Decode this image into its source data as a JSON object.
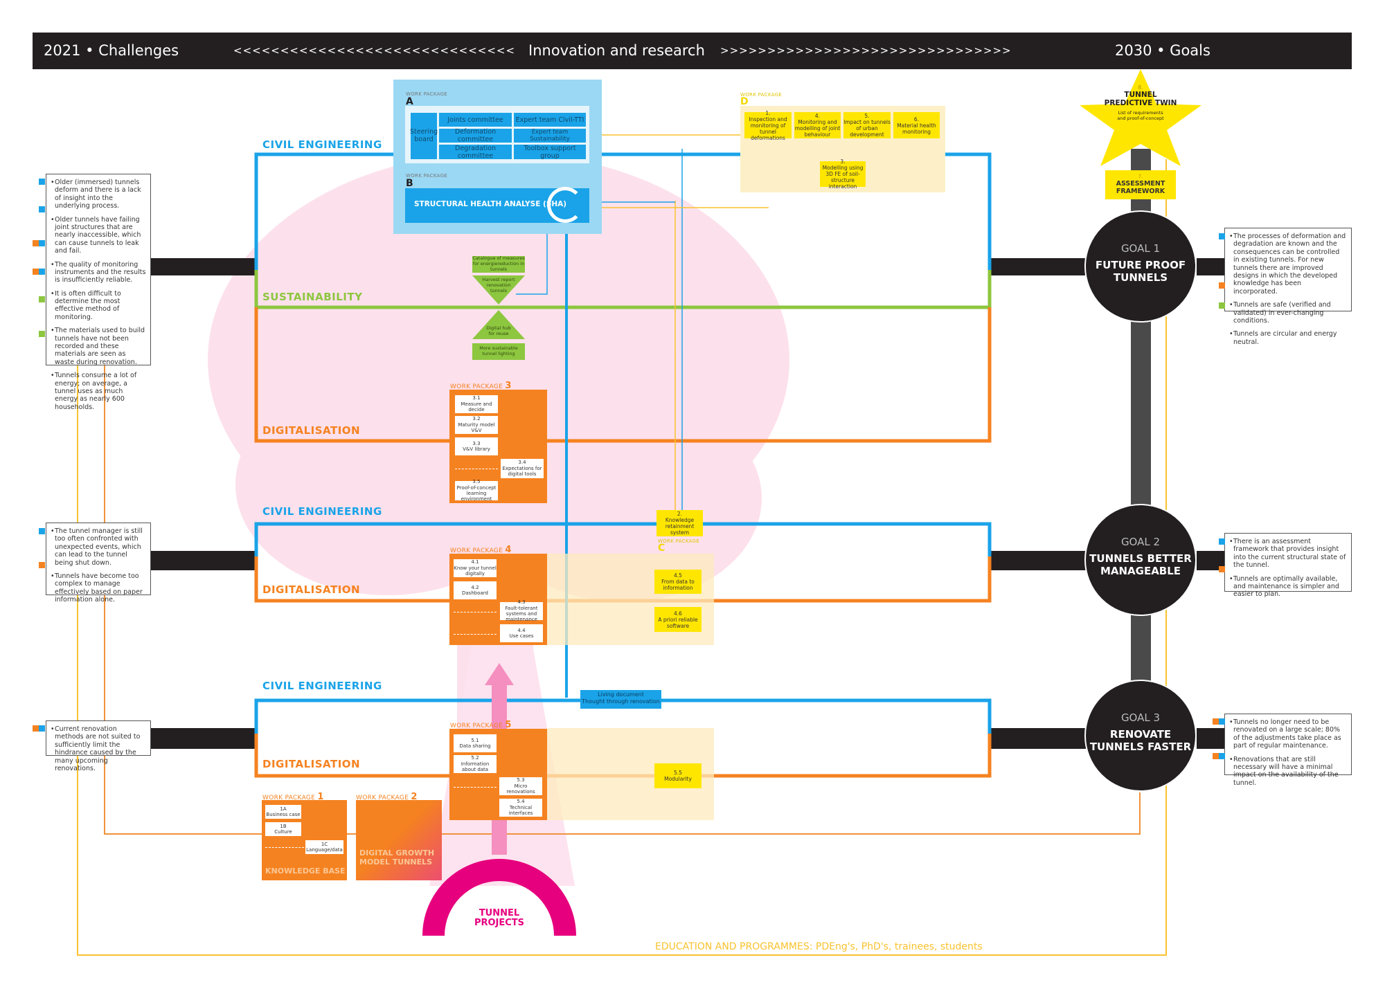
{
  "header": {
    "left": "2021 • Challenges",
    "left_arrows": "<<<<<<<<<<<<<<<<<<<<<<<<<<<<<<",
    "center": "Innovation and research",
    "right_arrows": ">>>>>>>>>>>>>>>>>>>>>>>>>>>>>>>",
    "right": "2030 • Goals"
  },
  "colors": {
    "civil": "#1aa3e8",
    "sustainability": "#8dc63f",
    "digital": "#f58220",
    "yellow": "#ffe600",
    "pink": "#e6007e",
    "dark": "#231f20"
  },
  "lanes": {
    "civil": "CIVIL ENGINEERING",
    "sustainability": "SUSTAINABILITY",
    "digital": "DIGITALISATION"
  },
  "challenges": [
    {
      "items": [
        "Older (immersed) tunnels deform and there is a lack of insight into the underlying process.",
        "Older tunnels have failing joint structures that are nearly inaccessible, which can cause tunnels to leak and fail.",
        "The quality of monitoring instruments and the results is insufficiently reliable.",
        "It is often difficult to determine the most effective method of monitoring.",
        "The materials used to build tunnels have not been recorded and these materials are seen as waste during renovation.",
        "Tunnels consume a lot of energy; on average, a tunnel uses as much energy as nearly 600 households."
      ]
    },
    {
      "items": [
        "The tunnel manager is still too often confronted with unexpected events, which can lead to the tunnel being shut down.",
        "Tunnels have become too complex to manage effectively based on paper information alone."
      ]
    },
    {
      "items": [
        "Current renovation methods are not suited to sufficiently limit the hindrance caused by the many upcoming renovations."
      ]
    }
  ],
  "goals": [
    {
      "number": "GOAL 1",
      "title": "FUTURE PROOF TUNNELS",
      "items": [
        "The processes of deformation and degradation are known and the consequences can be controlled in existing tunnels. For new tunnels there are improved designs in which the developed knowledge has been incorporated.",
        "Tunnels are safe (verified and validated) in ever-changing conditions.",
        "Tunnels are circular and energy neutral."
      ]
    },
    {
      "number": "GOAL 2",
      "title": "TUNNELS BETTER MANAGEABLE",
      "items": [
        "There is an assessment framework that provides insight into the current structural state of the tunnel.",
        "Tunnels are optimally available, and maintenance is simpler and easier to plan."
      ]
    },
    {
      "number": "GOAL 3",
      "title": "RENOVATE TUNNELS FASTER",
      "items": [
        "Tunnels no longer need to be renovated on a large scale; 80% of the adjustments take place as part of regular maintenance.",
        "Renovations that are still necessary will have a minimal impact on the availability of the tunnel."
      ]
    }
  ],
  "star": {
    "number": "8.",
    "title": "TUNNEL PREDICTIVE TWIN",
    "sub": "List of requirements and proof-of-concept"
  },
  "assessment": {
    "number": "7.",
    "title": "ASSESSMENT FRAMEWORK"
  },
  "wp_label": "WORK PACKAGE",
  "wpA": {
    "letter": "A",
    "steering": "Steering board",
    "cells": [
      "Joints committee",
      "Expert team Civil-TTI",
      "Deformation committee",
      "Expert team Sustainability",
      "Degradation committee",
      "Toolbox support group"
    ]
  },
  "wpB": {
    "letter": "B",
    "title": "STRUCTURAL HEALTH ANALYSE (SHA)"
  },
  "wpD": {
    "letter": "D",
    "items": [
      {
        "n": "1.",
        "t": "Inspection and monitoring of tunnel deformations"
      },
      {
        "n": "4.",
        "t": "Monitoring and modelling of joint behaviour"
      },
      {
        "n": "5.",
        "t": "Impact on tunnels of urban development"
      },
      {
        "n": "6.",
        "t": "Material health monitoring"
      },
      {
        "n": "3.",
        "t": "Modelling using 3D FE of soil-structure interaction"
      }
    ]
  },
  "sustain": [
    "Catalogue of measures for energiereduction in tunnels",
    "Harvest report renovation tunnels",
    "Digital hub for reuse",
    "More sustainable tunnel lighting"
  ],
  "wp3": {
    "num": "3",
    "items": [
      {
        "n": "3.1",
        "t": "Measure and decide"
      },
      {
        "n": "3.2",
        "t": "Maturity model V&V"
      },
      {
        "n": "3.3",
        "t": "V&V library"
      },
      {
        "n": "3.4",
        "t": "Expectations for digital tools"
      },
      {
        "n": "3.5",
        "t": "Proof-of-concept learning environment"
      }
    ]
  },
  "wpC": {
    "letter": "C",
    "n": "2.",
    "t": "Knowledge retainment system"
  },
  "wp4": {
    "num": "4",
    "items": [
      {
        "n": "4.1",
        "t": "Know your tunnel digitally"
      },
      {
        "n": "4.2",
        "t": "Dashboard"
      },
      {
        "n": "4.3",
        "t": "Fault-tolerant systems and maintenance"
      },
      {
        "n": "4.4",
        "t": "Use cases"
      },
      {
        "n": "4.5",
        "t": "From data to information"
      },
      {
        "n": "4.6",
        "t": "A priori reliable software"
      }
    ]
  },
  "living": {
    "l1": "Living document",
    "l2": "Thought through renovation"
  },
  "wp5": {
    "num": "5",
    "items": [
      {
        "n": "5.1",
        "t": "Data sharing"
      },
      {
        "n": "5.2",
        "t": "Information about data"
      },
      {
        "n": "5.3",
        "t": "Micro renovations"
      },
      {
        "n": "5.4",
        "t": "Technical interfaces"
      },
      {
        "n": "5.5",
        "t": "Modularity"
      }
    ]
  },
  "wp1": {
    "num": "1",
    "items": [
      {
        "n": "1A",
        "t": "Business case"
      },
      {
        "n": "1B",
        "t": "Culture"
      },
      {
        "n": "1C",
        "t": "Language/data"
      }
    ],
    "title": "KNOWLEDGE BASE"
  },
  "wp2": {
    "num": "2",
    "title": "DIGITAL GROWTH MODEL TUNNELS"
  },
  "tunnel": "TUNNEL PROJECTS",
  "education": "EDUCATION AND PROGRAMMES: PDEng's, PhD's, trainees, students"
}
